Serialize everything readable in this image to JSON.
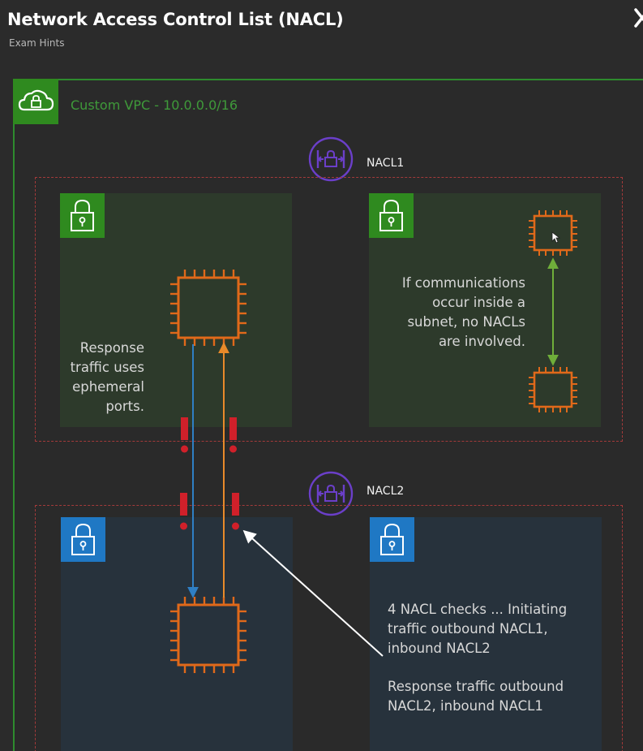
{
  "header": {
    "title": "Network Access Control List (NACL)",
    "subtitle": "Exam Hints"
  },
  "vpc": {
    "label": "Custom VPC - 10.0.0.0/16"
  },
  "nacls": [
    {
      "label": "NACL1"
    },
    {
      "label": "NACL2"
    }
  ],
  "notes": {
    "response_traffic": [
      "Response",
      "traffic uses",
      "ephemeral",
      "ports."
    ],
    "inside_subnet": [
      "If communications",
      "occur inside a",
      "subnet, no NACLs",
      "are involved."
    ],
    "nacl_checks": [
      "4 NACL checks ... Initiating",
      "traffic outbound NACL1,",
      "inbound NACL2"
    ],
    "response_outbound": [
      "Response traffic outbound",
      "NACL2, inbound NACL1"
    ]
  },
  "colors": {
    "vpc_green": "#2e8b2e",
    "public_subnet_green": "#2f8a1f",
    "private_subnet_blue": "#1f78c4",
    "nacl_purple": "#6b3fc9",
    "nacl_dashed_red": "#a33a3a",
    "ec2_orange": "#e0691a",
    "request_arrow_blue": "#2f7fc4",
    "response_arrow_orange": "#e88a2a",
    "intra_subnet_arrow_green": "#6fae3a",
    "nacl_check_red": "#d0202a"
  },
  "icons": {
    "vpc": "cloud-lock-icon",
    "subnet": "padlock-icon",
    "nacl": "nacl-icon",
    "instance": "ec2-chip-icon",
    "close": "close-icon"
  }
}
